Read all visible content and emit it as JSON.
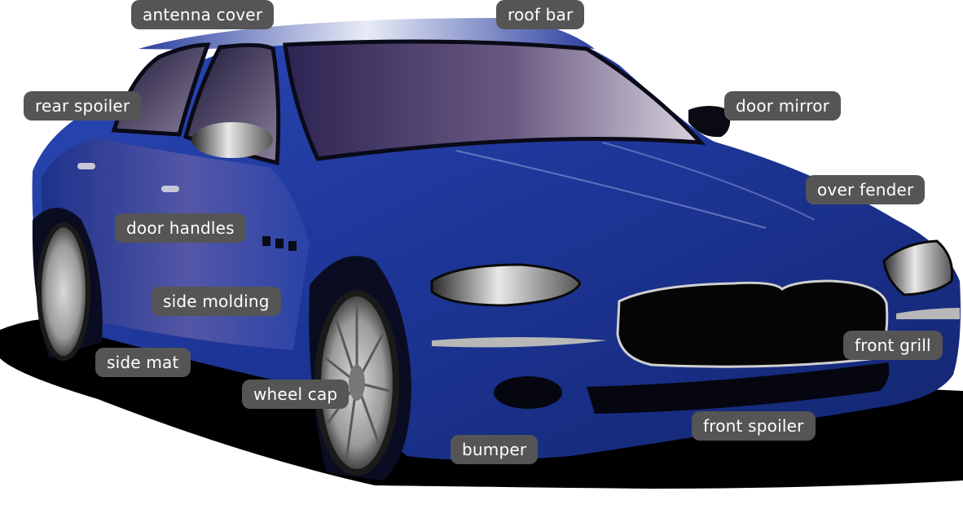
{
  "labels": {
    "antenna_cover": "antenna cover",
    "roof_bar": "roof bar",
    "rear_spoiler": "rear spoiler",
    "door_mirror": "door mirror",
    "over_fender": "over fender",
    "door_handles": "door handles",
    "side_molding": "side molding",
    "side_mat": "side mat",
    "front_grill": "front grill",
    "wheel_cap": "wheel cap",
    "front_spoiler": "front spoiler",
    "bumper": "bumper"
  },
  "colors": {
    "body": "#1f3a9a",
    "body_dark": "#0f1f66",
    "glass": "#4a3a66",
    "shadow": "#000000",
    "tag_bg": "#555555",
    "tag_text": "#ffffff"
  }
}
